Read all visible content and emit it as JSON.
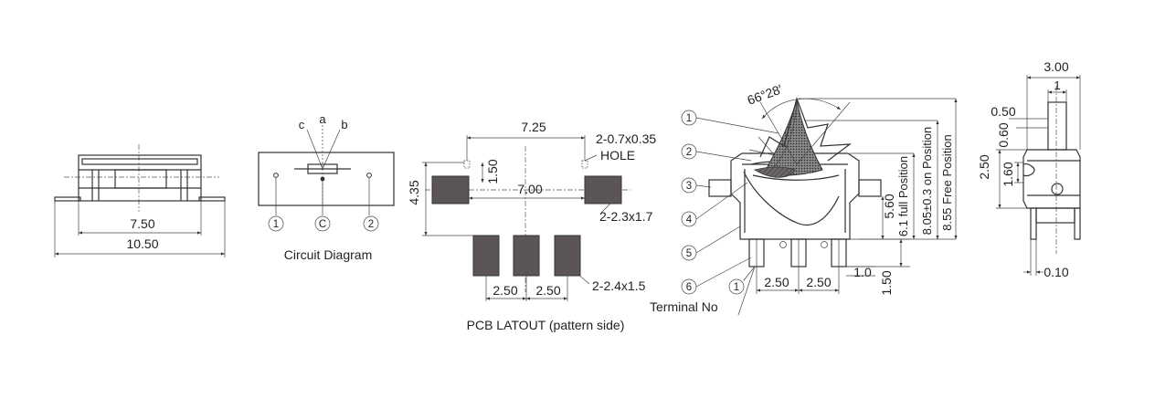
{
  "side_view": {
    "dim_inner": "7.50",
    "dim_outer": "10.50"
  },
  "circuit": {
    "label_c": "c",
    "label_a": "a",
    "label_b": "b",
    "terminal_1": "1",
    "terminal_c": "C",
    "terminal_2": "2",
    "caption": "Circuit Diagram"
  },
  "pcb": {
    "dim_width": "7.25",
    "hole_spec": "2-0.7x0.35",
    "hole_label": "HOLE",
    "dim_150": "1.50",
    "dim_700": "7.00",
    "dim_435": "4.35",
    "pad_top_spec": "2-2.3x1.7",
    "pad_bottom_spec": "2-2.4x1.5",
    "pitch_1": "2.50",
    "pitch_2": "2.50",
    "caption": "PCB LATOUT  (pattern side)"
  },
  "front_view": {
    "angle": "66°28′",
    "callouts": [
      "1",
      "2",
      "3",
      "4",
      "5",
      "6"
    ],
    "terminal_marker": "1",
    "terminal_label": "Terminal No",
    "pitch_1": "2.50",
    "pitch_2": "2.50",
    "dim_10": "1.0",
    "dim_150": "1.50",
    "dim_560": "5.60",
    "full_position": "6.1 full Position",
    "on_position": "8.05±0.3 on Position",
    "free_position": "8.55 Free Position"
  },
  "right_view": {
    "dim_300": "3.00",
    "dim_1": "1",
    "dim_050": "0.50",
    "dim_060": "0.60",
    "dim_250": "2.50",
    "dim_160": "1.60",
    "dim_010": "0.10"
  }
}
